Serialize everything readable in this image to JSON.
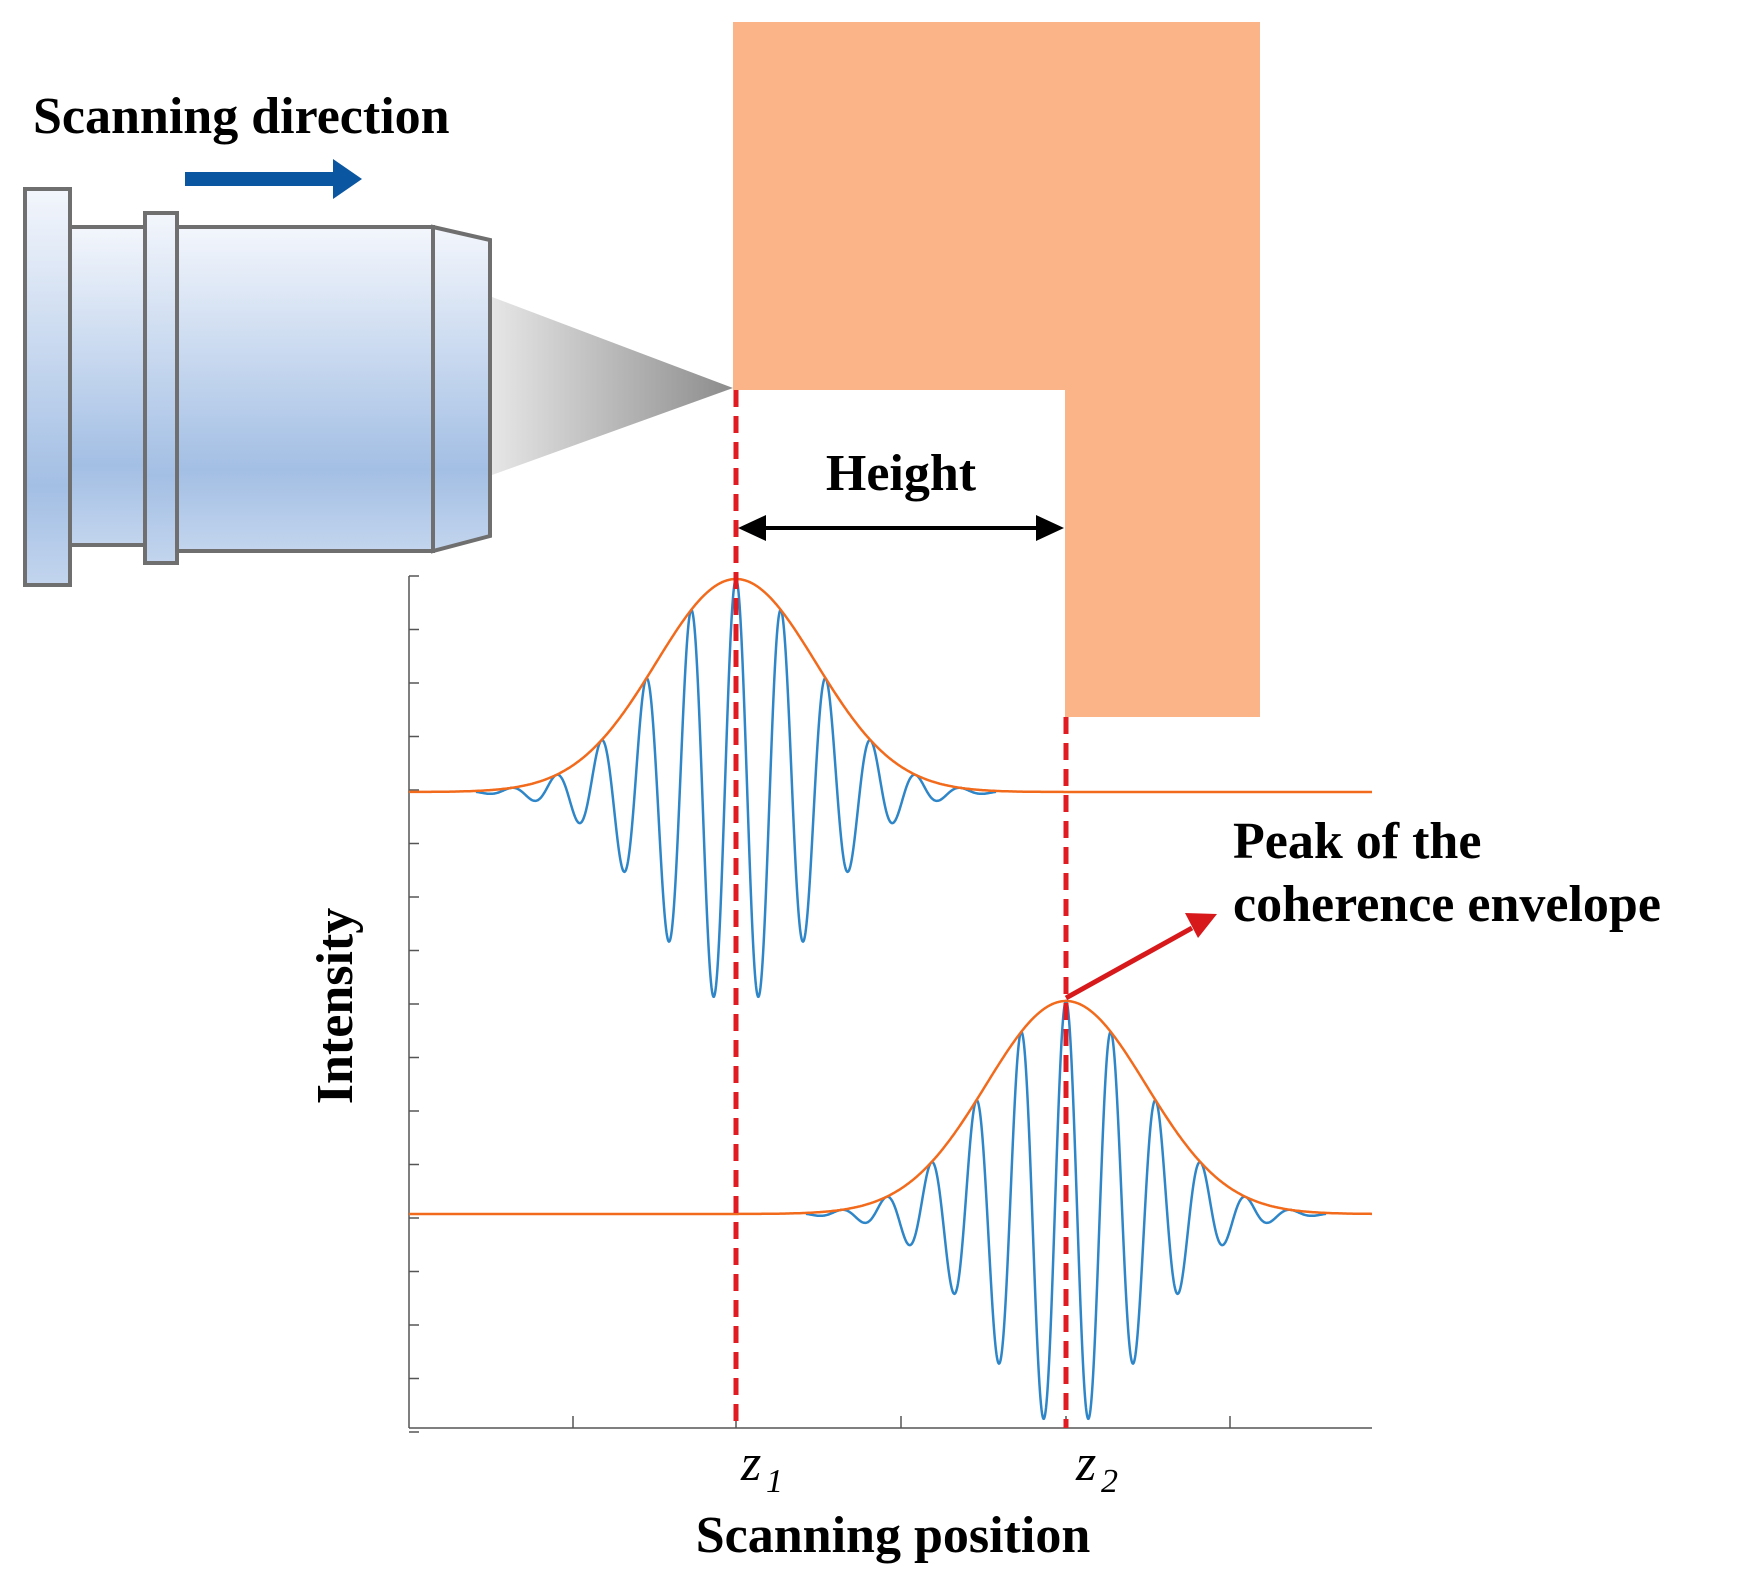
{
  "labels": {
    "scanning_direction": "Scanning direction",
    "height": "Height",
    "peak_line1": "Peak of the",
    "peak_line2": "coherence envelope",
    "y_axis": "Intensity",
    "x_axis": "Scanning position",
    "z1": "z",
    "z1_sub": "1",
    "z2": "z",
    "z2_sub": "2"
  },
  "colors": {
    "sample": "#FBB487",
    "objective_top": "#EEF2FA",
    "objective_bottom": "#9FBDE3",
    "objective_edge": "#6F6F6F",
    "beam": "#8C8C8C",
    "direction_arrow": "#0A56A0",
    "fringe": "#2E86C8",
    "envelope": "#F26B1D",
    "marker_dashed": "#E11B22",
    "peak_arrow": "#D7191C",
    "axis": "#555555"
  },
  "icons": {
    "objective": "microscope-objective-icon",
    "direction_arrow": "right-arrow-icon",
    "height_arrow": "double-headed-arrow-icon",
    "peak_arrow": "pointer-arrow-icon"
  },
  "chart_data": {
    "type": "line",
    "series_description_hidden": false,
    "xlabel": "Scanning position",
    "ylabel": "Intensity",
    "x_tick_labels": [
      "z1",
      "z2"
    ],
    "traces": [
      {
        "peak_at": "z1"
      },
      {
        "peak_at": "z2"
      }
    ]
  }
}
